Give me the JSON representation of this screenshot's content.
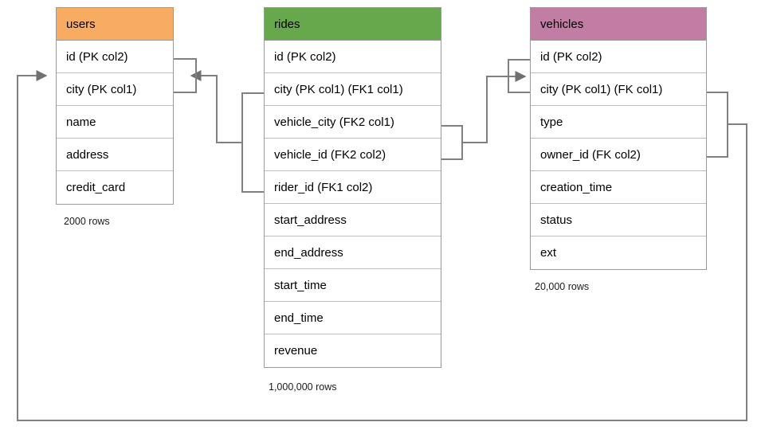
{
  "diagram": {
    "title": "database schema relationship diagram",
    "colors": {
      "users_header": "#f7ac62",
      "rides_header": "#67a84c",
      "vehicles_header": "#c27da5",
      "border": "#9a9a9a",
      "row_border": "#bdbdbd",
      "connector": "#808080",
      "text": "#000000"
    },
    "tables": [
      {
        "id": "users",
        "name": "users",
        "header_color": "#f7ac62",
        "row_count_label": "2000 rows",
        "columns": [
          "id (PK col2)",
          "city (PK col1)",
          "name",
          "address",
          "credit_card"
        ]
      },
      {
        "id": "rides",
        "name": "rides",
        "header_color": "#67a84c",
        "row_count_label": "1,000,000 rows",
        "columns": [
          "id (PK col2)",
          "city (PK col1) (FK1 col1)",
          "vehicle_city (FK2 col1)",
          "vehicle_id (FK2 col2)",
          "rider_id (FK1 col2)",
          "start_address",
          "end_address",
          "start_time",
          "end_time",
          "revenue"
        ]
      },
      {
        "id": "vehicles",
        "name": "vehicles",
        "header_color": "#c27da5",
        "row_count_label": "20,000 rows",
        "columns": [
          "id (PK col2)",
          "city (PK col1) (FK col1)",
          "type",
          "owner_id (FK col2)",
          "creation_time",
          "status",
          "ext"
        ]
      }
    ],
    "relationships": [
      {
        "id": "fk1-rides-to-users",
        "from_table": "rides",
        "from_columns": [
          "city (PK col1) (FK1 col1)",
          "rider_id (FK1 col2)"
        ],
        "to_table": "users",
        "to_columns": [
          "id (PK col2)",
          "city (PK col1)"
        ]
      },
      {
        "id": "fk2-rides-to-vehicles",
        "from_table": "rides",
        "from_columns": [
          "vehicle_city (FK2 col1)",
          "vehicle_id (FK2 col2)"
        ],
        "to_table": "vehicles",
        "to_columns": [
          "id (PK col2)",
          "city (PK col1) (FK col1)"
        ]
      },
      {
        "id": "fk-vehicles-to-users",
        "from_table": "vehicles",
        "from_columns": [
          "city (PK col1) (FK col1)",
          "owner_id (FK col2)"
        ],
        "to_table": "users",
        "to_columns": [
          "id (PK col2)",
          "city (PK col1)"
        ]
      }
    ]
  }
}
